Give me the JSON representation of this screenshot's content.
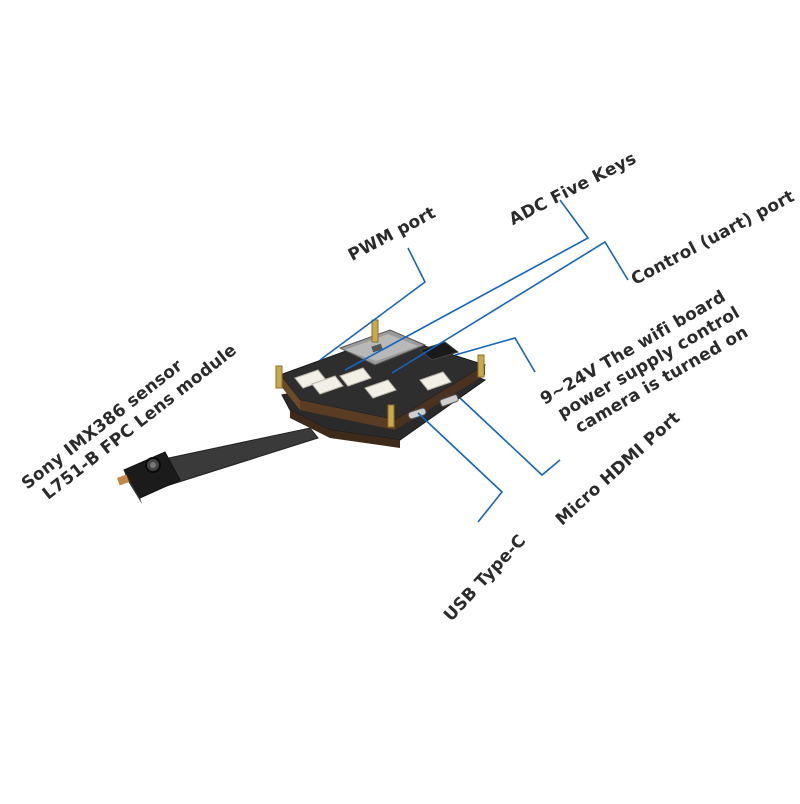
{
  "diagram": {
    "labels": {
      "adc_keys": "ADC Five Keys",
      "control_port": "Control (uart) port",
      "pwm_port": "PWM port",
      "power_line1": "9~24V The wifi board",
      "power_line2": "power supply control",
      "power_line3": "camera is turned on",
      "sensor_line1": "Sony IMX386 sensor",
      "sensor_line2": "L751-B FPC Lens module",
      "micro_hdmi": "Micro HDMI Port",
      "usb_c": "USB Type-C"
    },
    "colors": {
      "leader_line": "#1565c0",
      "label_text": "#2b2b2b",
      "pcb_dark": "#2a2a2a",
      "connector": "#f2efe6",
      "brass_standoff": "#c9a94e"
    }
  }
}
